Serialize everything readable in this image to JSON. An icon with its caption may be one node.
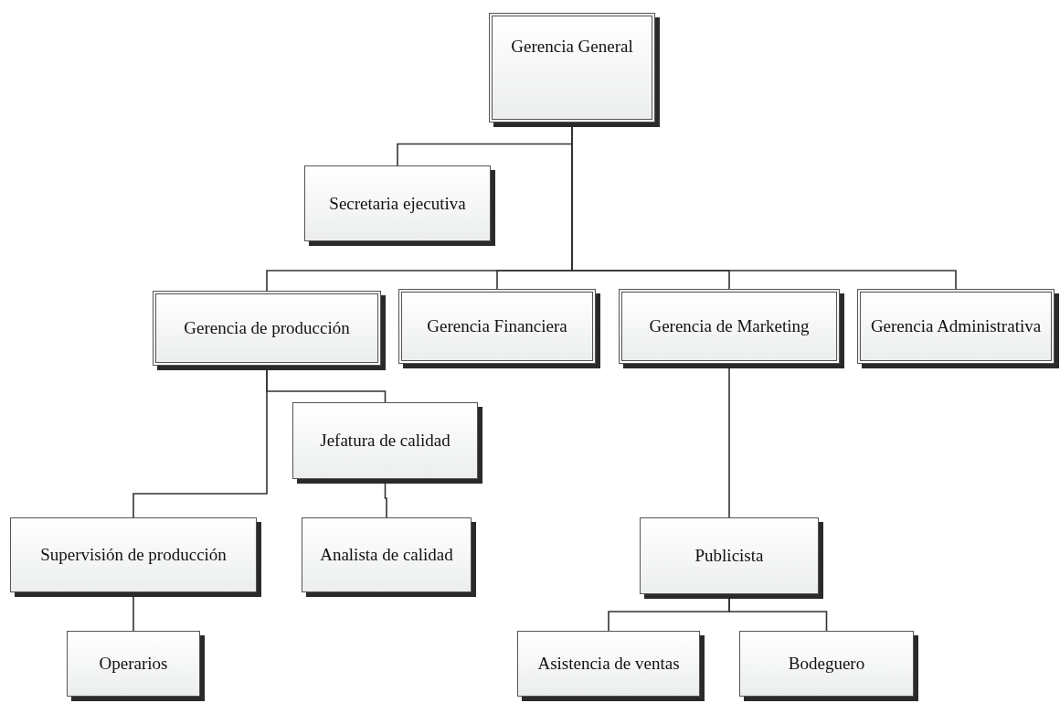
{
  "diagram": {
    "nodes": [
      {
        "text": [
          "Gerencia General"
        ]
      },
      {
        "text": [
          "Secretaria ejecutiva"
        ]
      },
      {
        "text": [
          "Gerencia de producción"
        ]
      },
      {
        "text": [
          "Gerencia Financiera"
        ]
      },
      {
        "text": [
          "Gerencia de Marketing"
        ]
      },
      {
        "text": [
          "Gerencia Administrativa"
        ]
      },
      {
        "text": [
          "Jefatura de calidad"
        ]
      },
      {
        "text": [
          "Supervisión de producción"
        ]
      },
      {
        "text": [
          "Analista de calidad"
        ]
      },
      {
        "text": [
          "Publicista"
        ]
      },
      {
        "text": [
          "Operarios"
        ]
      },
      {
        "text": [
          "Asistencia de ventas"
        ]
      },
      {
        "text": [
          "Bodeguero"
        ]
      }
    ],
    "edges": [
      {
        "from": 0,
        "to": 1,
        "arrow": "none"
      },
      {
        "from": 0,
        "to": 2,
        "arrow": "none"
      },
      {
        "from": 0,
        "to": 3,
        "arrow": "none"
      },
      {
        "from": 0,
        "to": 4,
        "arrow": "none"
      },
      {
        "from": 0,
        "to": 5,
        "arrow": "none"
      },
      {
        "from": 2,
        "to": 6,
        "arrow": "none"
      },
      {
        "from": 2,
        "to": 7,
        "arrow": "none"
      },
      {
        "from": 6,
        "to": 8,
        "arrow": "none"
      },
      {
        "from": 7,
        "to": 10,
        "arrow": "none"
      },
      {
        "from": 4,
        "to": 9,
        "arrow": "none"
      },
      {
        "from": 9,
        "to": 11,
        "arrow": "none"
      },
      {
        "from": 9,
        "to": 12,
        "arrow": "none"
      }
    ]
  }
}
